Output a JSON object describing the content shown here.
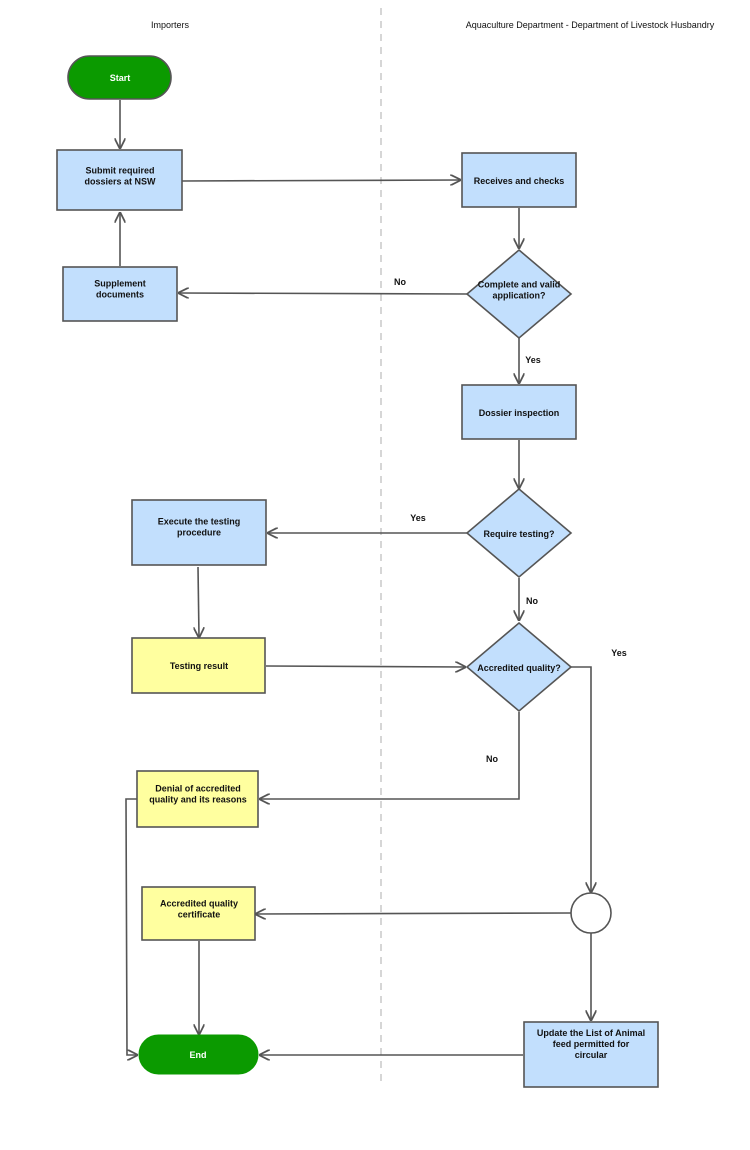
{
  "lanes": {
    "left": "Importers",
    "right": "Aquaculture Department - Department of Livestock Husbandry"
  },
  "colors": {
    "process_fill": "#c2dffd",
    "result_fill": "#ffff9f",
    "terminal_fill": "#0b9a00",
    "terminal_text": "#ffffff",
    "stroke": "#555555",
    "divider": "#c8c8c8"
  },
  "nodes": {
    "start": {
      "lines": [
        "Start"
      ]
    },
    "submit": {
      "lines": [
        "Submit required",
        "dossiers at NSW"
      ]
    },
    "supplement": {
      "lines": [
        "Supplement",
        "documents"
      ]
    },
    "receives": {
      "lines": [
        "Receives and checks"
      ]
    },
    "complete": {
      "lines": [
        "Complete and valid",
        "application?"
      ]
    },
    "dossier": {
      "lines": [
        "Dossier inspection"
      ]
    },
    "require": {
      "lines": [
        "Require testing?"
      ]
    },
    "execute": {
      "lines": [
        "Execute the testing",
        "procedure"
      ]
    },
    "testing_result": {
      "lines": [
        "Testing result"
      ]
    },
    "accredited": {
      "lines": [
        "Accredited quality?"
      ]
    },
    "denial": {
      "lines": [
        "Denial of accredited",
        "quality and its reasons"
      ]
    },
    "certificate": {
      "lines": [
        "Accredited quality",
        "certificate"
      ]
    },
    "update": {
      "lines": [
        "Update the List of Animal",
        "feed permitted for",
        "circular"
      ]
    },
    "end": {
      "lines": [
        "End"
      ]
    }
  },
  "edge_labels": {
    "no_complete": "No",
    "yes_complete": "Yes",
    "yes_require": "Yes",
    "no_require": "No",
    "yes_accredited": "Yes",
    "no_accredited": "No"
  }
}
